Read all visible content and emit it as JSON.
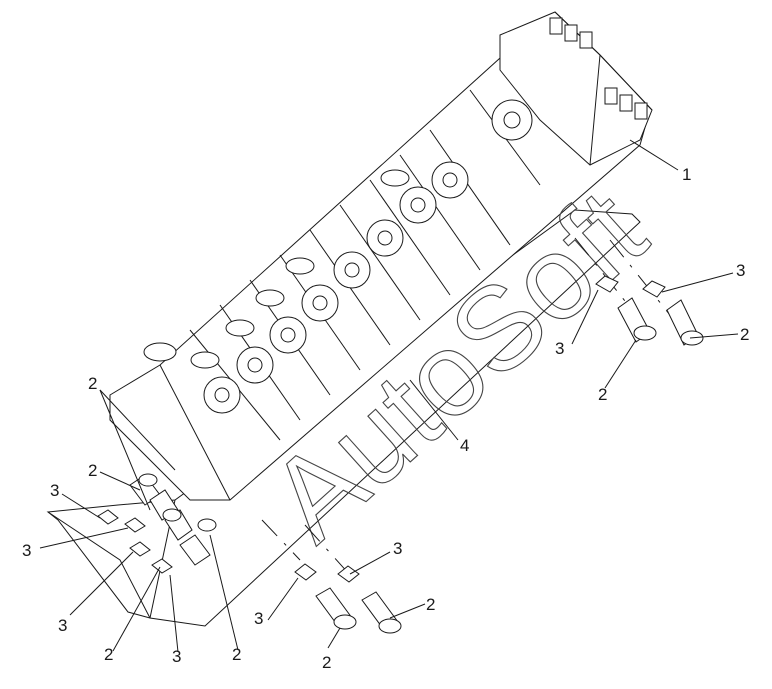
{
  "diagram": {
    "watermark": "AutoSoft",
    "callouts": {
      "c1": "1",
      "c4": "4",
      "r_top_3": "3",
      "r_mid_3": "3",
      "r_low_2a": "2",
      "r_low_2b": "2",
      "l_top_2a": "2",
      "l_top_2b": "2",
      "l_3a": "3",
      "l_3b": "3",
      "l_3c": "3",
      "l_2c": "2",
      "l_3d": "3",
      "l_2d": "2",
      "b_3a": "3",
      "b_3b": "3",
      "b_2a": "2",
      "b_2b": "2"
    }
  }
}
